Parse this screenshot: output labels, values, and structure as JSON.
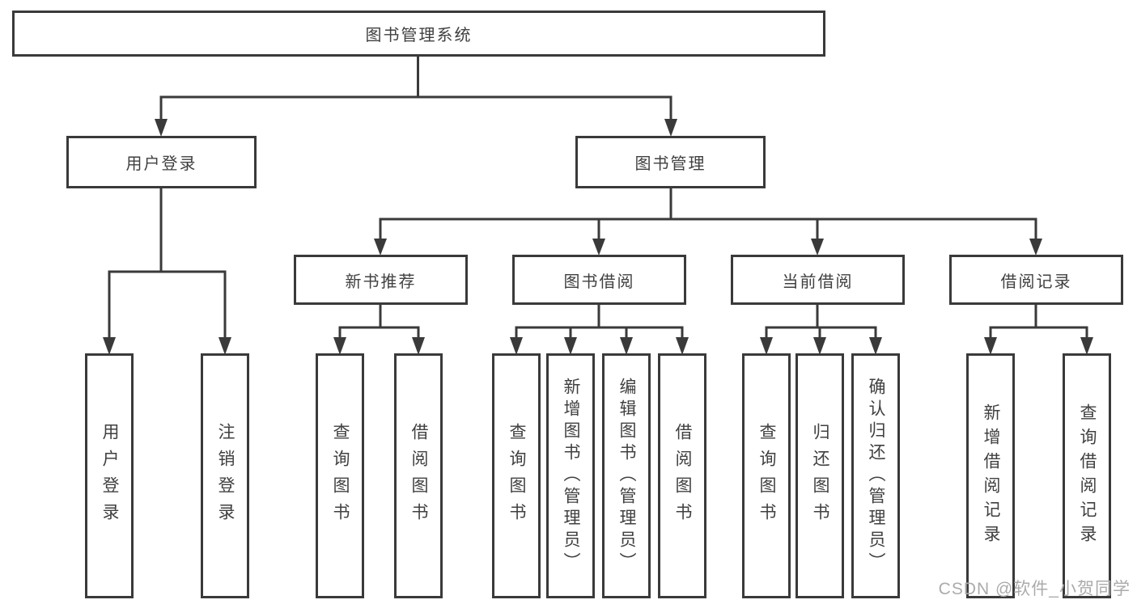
{
  "diagram": {
    "root": {
      "label": "图书管理系统"
    },
    "level2": [
      {
        "label": "用户登录"
      },
      {
        "label": "图书管理"
      }
    ],
    "level3": [
      {
        "label": "新书推荐"
      },
      {
        "label": "图书借阅"
      },
      {
        "label": "当前借阅"
      },
      {
        "label": "借阅记录"
      }
    ],
    "leaves": {
      "user_login": [
        "用户登录",
        "注销登录"
      ],
      "new_book_recommend": [
        "查询图书",
        "借阅图书"
      ],
      "book_borrow": [
        "查询图书",
        "新增图书（管理员）",
        "编辑图书（管理员）",
        "借阅图书"
      ],
      "current_borrow": [
        "查询图书",
        "归还图书",
        "确认归还（管理员）"
      ],
      "borrow_record": [
        "新增借阅记录",
        "查询借阅记录"
      ]
    }
  },
  "watermark": "CSDN @软件_小贺同学",
  "colors": {
    "line": "#3a3a3a",
    "text": "#404040",
    "watermark": "#ababab",
    "background": "#ffffff"
  }
}
